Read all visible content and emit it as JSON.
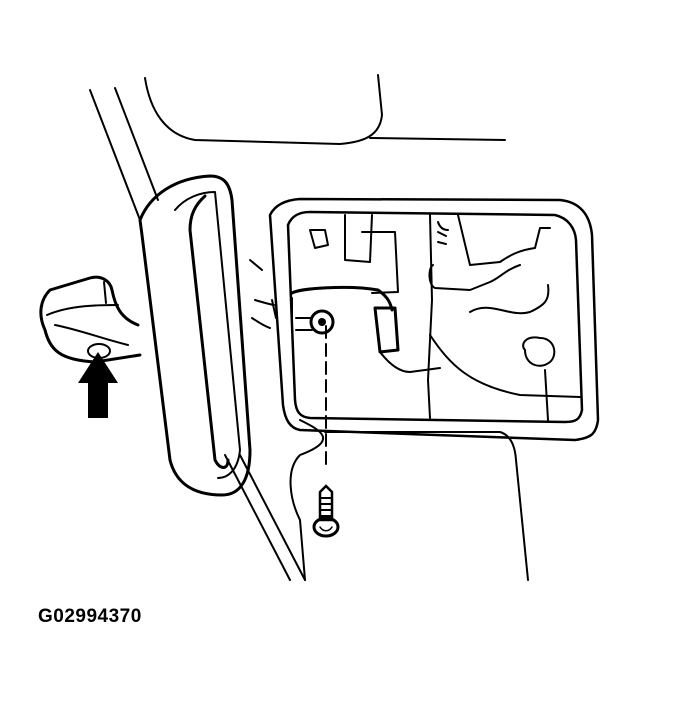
{
  "figure": {
    "caption_id": "G02994370",
    "description": "Rear view mirror removal: mirror base with upward arrow, cover opening with wire harness connector, and mounting screw",
    "colors": {
      "line": "#000000",
      "background": "#ffffff"
    }
  },
  "components": {
    "mirror": "rear-view-mirror",
    "mirror_base": "mirror-mount-base",
    "arrow": "push-direction-arrow",
    "opening": "headliner-opening",
    "connector": "wire-harness-connector",
    "screw": "mounting-screw"
  }
}
